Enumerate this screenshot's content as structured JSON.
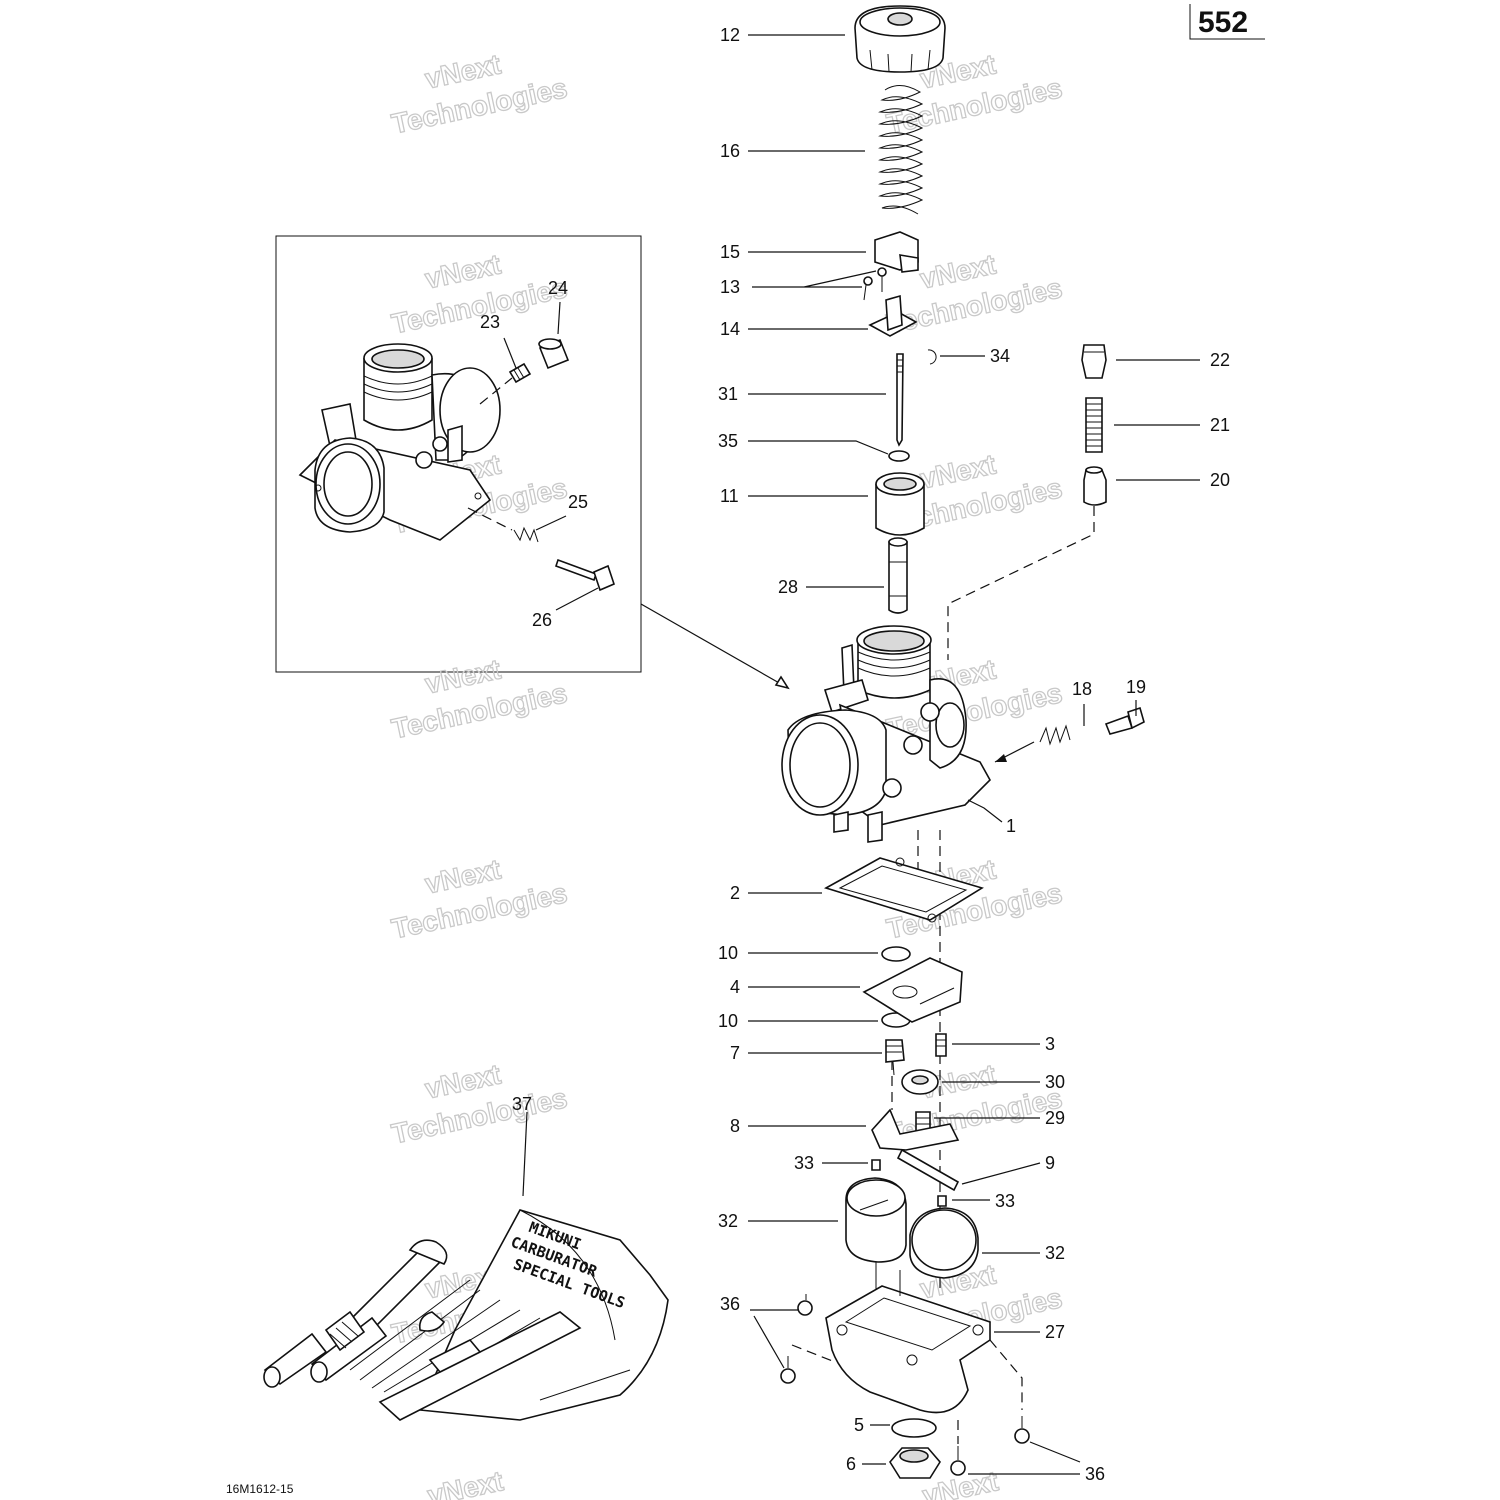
{
  "page_number": "552",
  "drawing_ref": "16M1612-15",
  "watermark": {
    "line1": "vNext",
    "line2": "Technologies"
  },
  "kit_label": {
    "line1": "MIKUNI",
    "line2": "CARBURATOR",
    "line3": "SPECIAL TOOLS"
  },
  "callouts": {
    "c1": "1",
    "c2": "2",
    "c3": "3",
    "c4": "4",
    "c5": "5",
    "c6": "6",
    "c7": "7",
    "c8": "8",
    "c9": "9",
    "c10a": "10",
    "c10b": "10",
    "c11": "11",
    "c12": "12",
    "c13": "13",
    "c14": "14",
    "c15": "15",
    "c16": "16",
    "c18": "18",
    "c19": "19",
    "c20": "20",
    "c21": "21",
    "c22": "22",
    "c23": "23",
    "c24": "24",
    "c25": "25",
    "c26": "26",
    "c27": "27",
    "c28": "28",
    "c29": "29",
    "c30": "30",
    "c31": "31",
    "c32a": "32",
    "c32b": "32",
    "c33a": "33",
    "c33b": "33",
    "c34": "34",
    "c35": "35",
    "c36a": "36",
    "c36b": "36",
    "c37": "37"
  }
}
